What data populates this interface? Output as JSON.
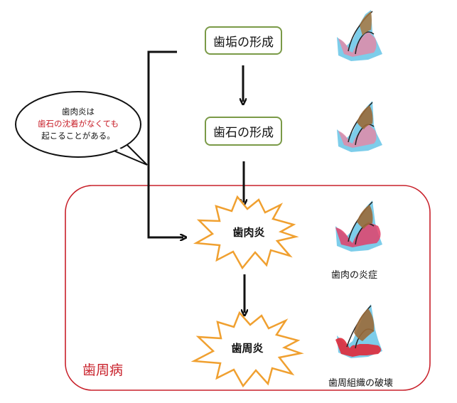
{
  "steps": {
    "plaque": "歯垢の形成",
    "calculus": "歯石の形成"
  },
  "bursts": {
    "gingivitis": "歯肉炎",
    "periodontitis": "歯周炎"
  },
  "captions": {
    "gingivitis": "歯肉の炎症",
    "periodontitis": "歯周組織の破壊"
  },
  "region_label": "歯周病",
  "bubble": {
    "line1": "歯肉炎は",
    "line2": "歯石の沈着がなくても",
    "line3": "起こることがある。"
  },
  "colors": {
    "step_border": "#7a9a47",
    "region_border": "#c8202a",
    "burst_stroke": "#f0a030",
    "highlight_text": "#c8202a"
  }
}
